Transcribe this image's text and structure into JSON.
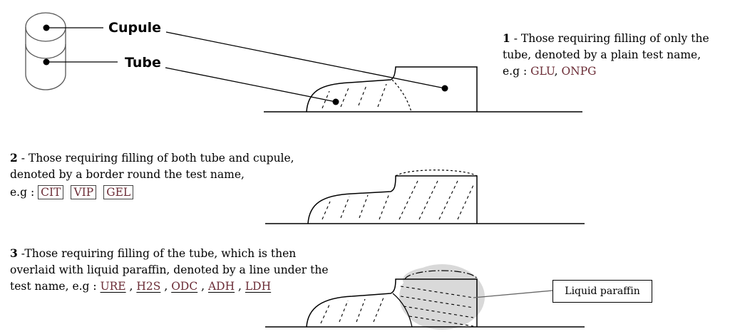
{
  "callouts": {
    "cupule": "Cupule",
    "tube": "Tube"
  },
  "sections": [
    {
      "number": "1",
      "lines": [
        "- Those requiring filling of only the",
        "tube, denoted by a plain test name,"
      ],
      "example_prefix": "e.g : ",
      "tests": [
        "GLU",
        "ONPG"
      ]
    },
    {
      "number": "2",
      "lines": [
        "- Those requiring filling of both tube and cupule,",
        "denoted by a border round the test name,"
      ],
      "example_prefix": "e.g : ",
      "tests": [
        "CIT",
        "VIP",
        "GEL"
      ]
    },
    {
      "number": "3",
      "lines": [
        "-Those requiring filling of the tube, which is then",
        "overlaid with liquid paraffin, denoted by a line under the"
      ],
      "example_prefix": "test name, e.g : ",
      "tests": [
        "URE",
        "H2S",
        "ODC",
        "ADH",
        "LDH"
      ]
    }
  ],
  "liquid_paraffin_label": "Liquid paraffin",
  "colors": {
    "test_name": "#6b2c36",
    "paraffin": "#d9d9d9",
    "ink": "#000000"
  }
}
